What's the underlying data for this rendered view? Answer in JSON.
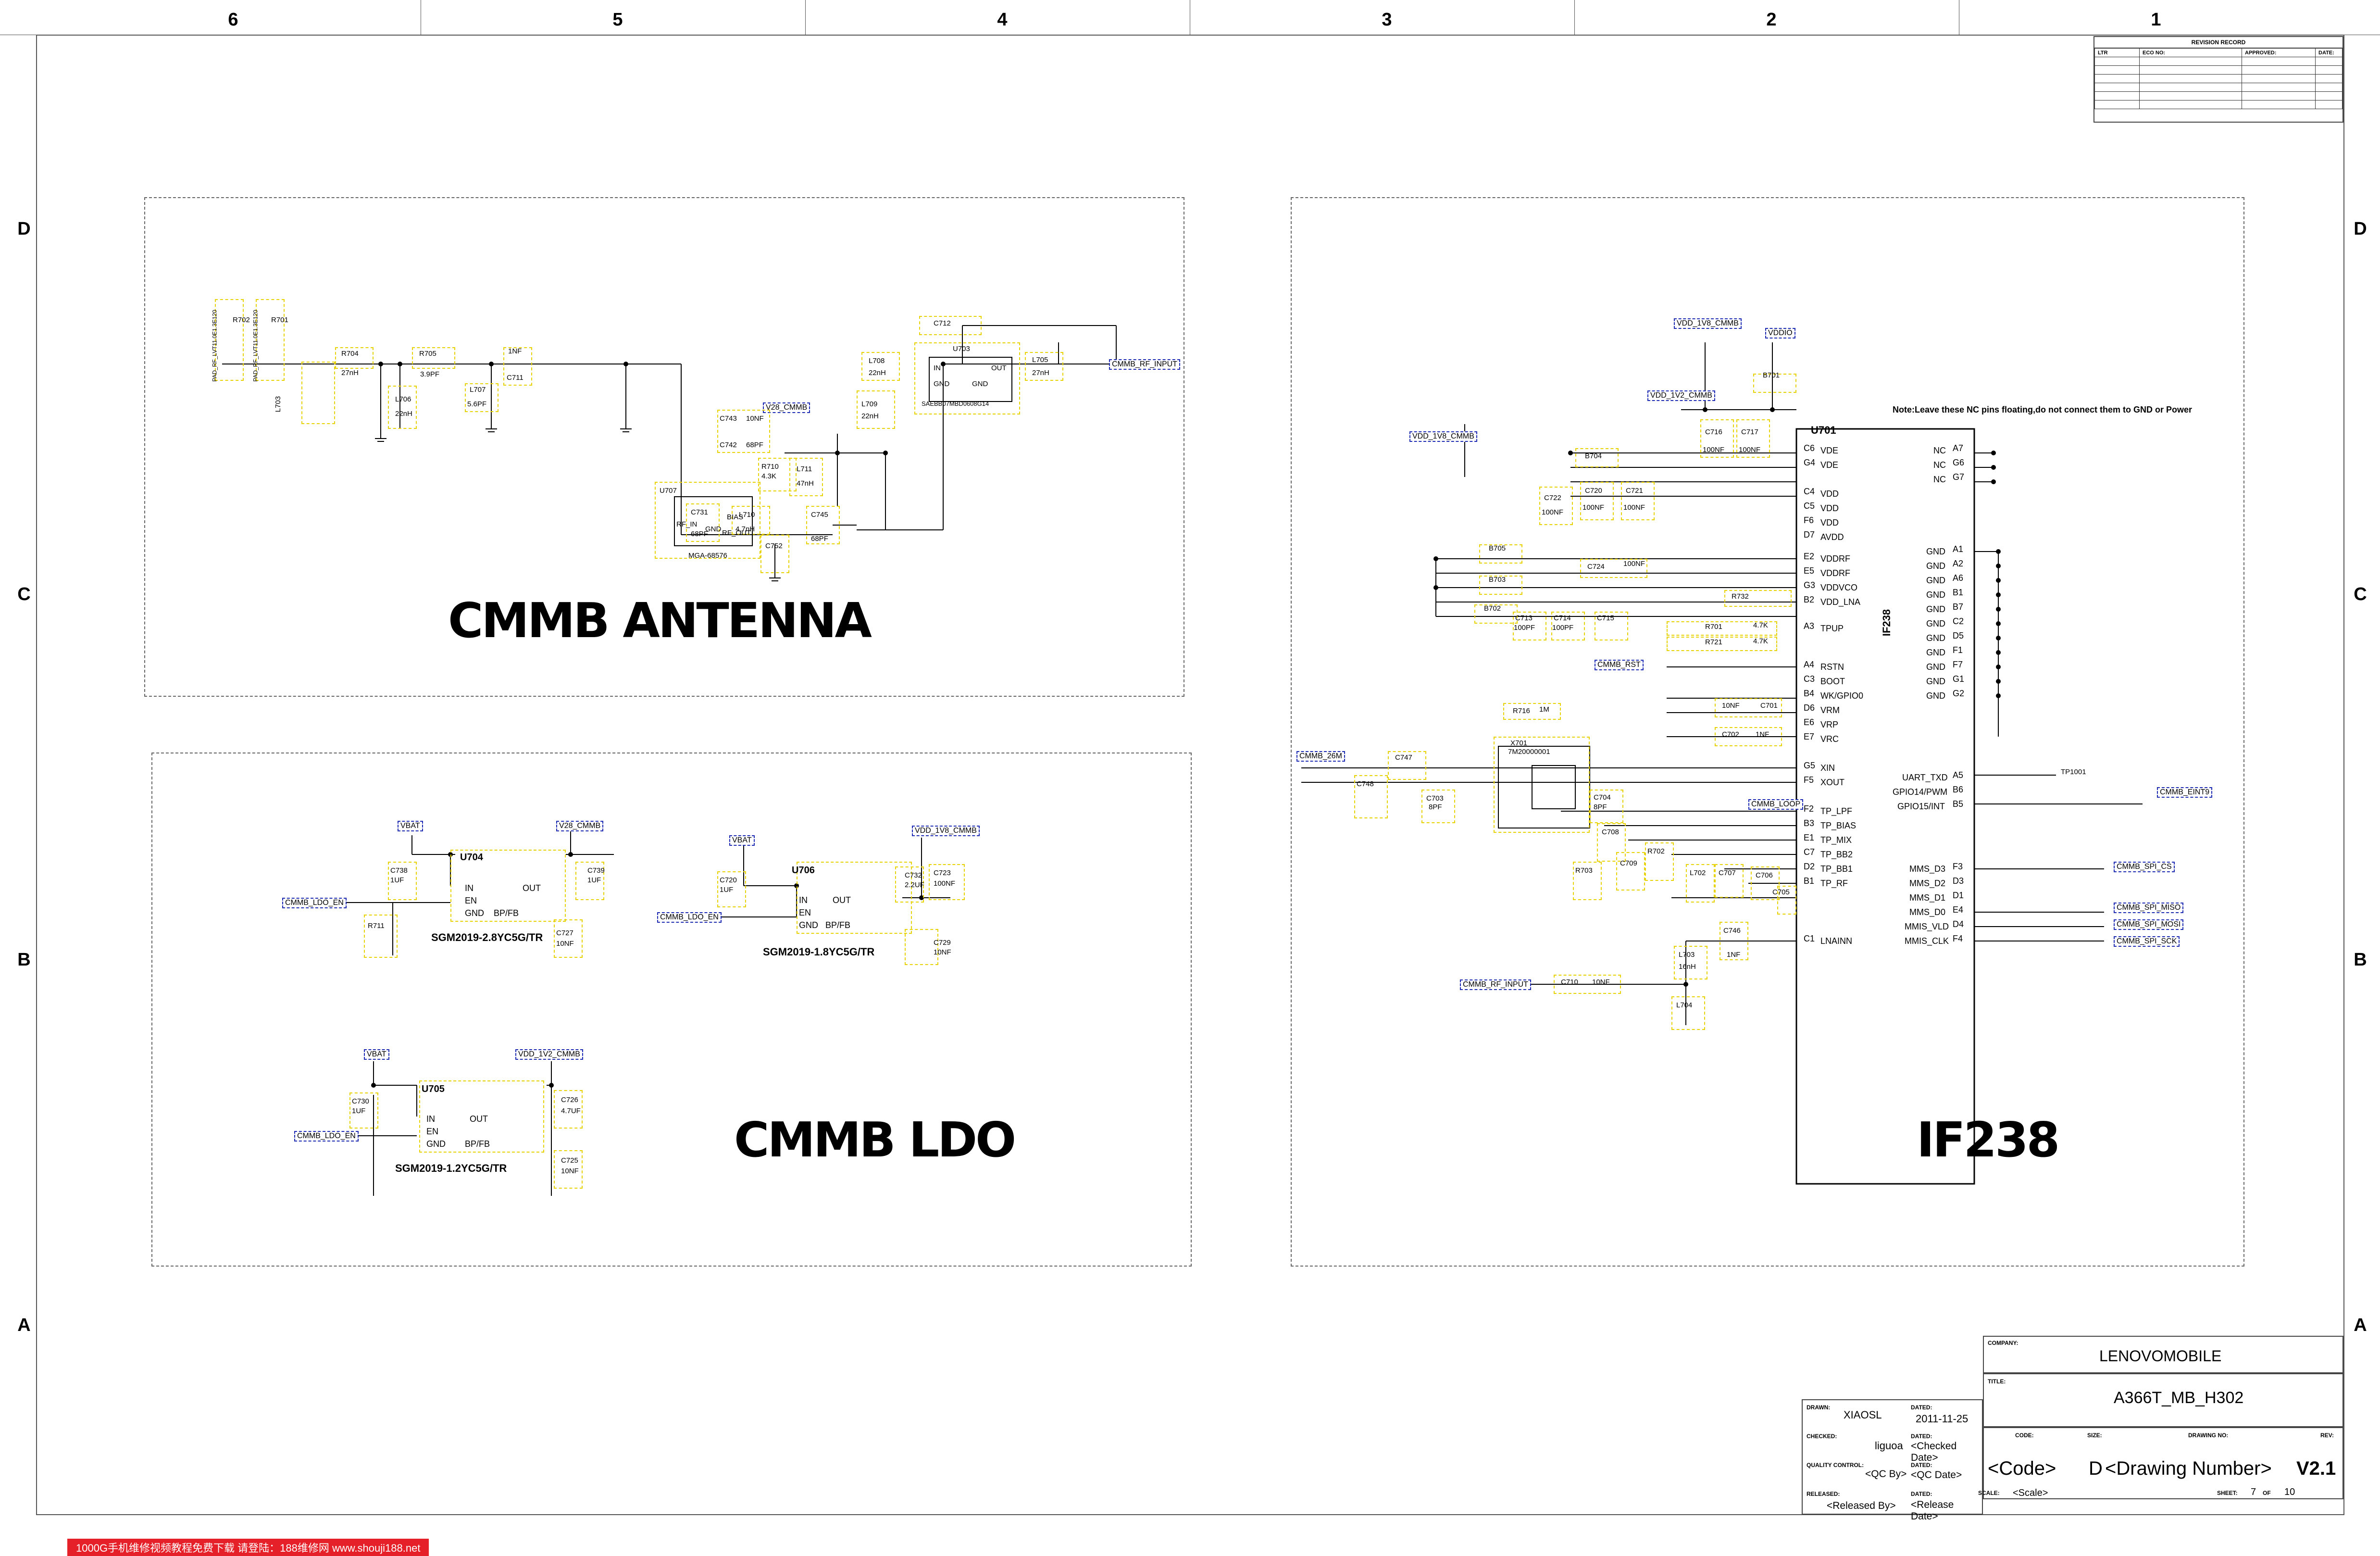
{
  "border": {
    "columns": [
      "6",
      "5",
      "4",
      "3",
      "2",
      "1"
    ],
    "rows": [
      "D",
      "C",
      "B",
      "A"
    ]
  },
  "revision": {
    "title": "REVISION RECORD",
    "headers": [
      "LTR",
      "ECO NO:",
      "APPROVED:",
      "DATE:"
    ]
  },
  "sections": {
    "antenna": "CMMB ANTENNA",
    "ldo": "CMMB LDO",
    "if238": "IF238"
  },
  "antenna": {
    "parts": [
      "R702",
      "R701",
      "R704",
      "R705",
      "C711",
      "L707",
      "L706",
      "L703",
      "C743",
      "C742",
      "R710",
      "L711",
      "C731",
      "L710",
      "C752",
      "U707",
      "C745",
      "L708",
      "L709",
      "U703",
      "C712",
      "L705"
    ],
    "values": [
      "27nH",
      "3.9PF",
      "1NF",
      "5.6PF",
      "22nH",
      "10NF",
      "68PF",
      "4.3K",
      "47nH",
      "68PF",
      "4.7nH",
      "68PF",
      "22nH",
      "22nH",
      "27nH"
    ],
    "pads": [
      "PAD_RF_LVT11.0E1.3E120",
      "PAD_RF_LVT11.0E1.3E120"
    ],
    "ic_u707": "MGA-68576",
    "ic_u703": "SAEBB07MBD0608G14",
    "ic_u707_pins": [
      "RF_IN",
      "GND",
      "BIAS",
      "RF_OUT"
    ],
    "ic_u703_pins": [
      "IN",
      "OUT",
      "GND",
      "GND"
    ],
    "ports": [
      "V28_CMMB",
      "CMMB_RF_INPUT"
    ]
  },
  "ldo": {
    "ldo1": {
      "ref": "U704",
      "part": "SGM2019-2.8YC5G/TR",
      "in_net": "VBAT",
      "out_net": "V28_CMMB",
      "en_net": "CMMB_LDO_EN",
      "caps": [
        "C738",
        "1UF",
        "C739",
        "1UF",
        "C727",
        "10NF"
      ],
      "res": "R711"
    },
    "ldo2": {
      "ref": "U706",
      "part": "SGM2019-1.8YC5G/TR",
      "in_net": "VBAT",
      "out_net": "VDD_1V8_CMMB",
      "en_net": "CMMB_LDO_EN",
      "caps": [
        "C720",
        "1UF",
        "C732",
        "2.2UF",
        "C723",
        "100NF",
        "C729",
        "10NF"
      ]
    },
    "ldo3": {
      "ref": "U705",
      "part": "SGM2019-1.2YC5G/TR",
      "in_net": "VBAT",
      "out_net": "VDD_1V2_CMMB",
      "en_net": "CMMB_LDO_EN",
      "caps": [
        "C730",
        "1UF",
        "C726",
        "4.7UF",
        "C725",
        "10NF"
      ]
    },
    "pins": [
      "IN",
      "EN",
      "GND",
      "OUT",
      "BP/FB"
    ]
  },
  "if238": {
    "ref": "U701",
    "label": "IF238",
    "note": "Note:Leave these NC pins floating,do not connect them to GND or Power",
    "nets_top": [
      "VDD_1V8_CMMB",
      "VDDIO",
      "VDD_1V2_CMMB",
      "VDD_1V8_CMMB"
    ],
    "left_pins": [
      {
        "ball": "C6",
        "name": "VDE"
      },
      {
        "ball": "G4",
        "name": "VDE"
      },
      {
        "ball": "C4",
        "name": "VDD"
      },
      {
        "ball": "C5",
        "name": "VDD"
      },
      {
        "ball": "F6",
        "name": "VDD"
      },
      {
        "ball": "D7",
        "name": "AVDD"
      },
      {
        "ball": "E2",
        "name": "VDDRF"
      },
      {
        "ball": "E5",
        "name": "VDDRF"
      },
      {
        "ball": "G3",
        "name": "VDDVCO"
      },
      {
        "ball": "B2",
        "name": "VDD_LNA"
      },
      {
        "ball": "A3",
        "name": "TPUP"
      },
      {
        "ball": "A4",
        "name": "RSTN"
      },
      {
        "ball": "C3",
        "name": "BOOT"
      },
      {
        "ball": "B4",
        "name": "WK/GPIO0"
      },
      {
        "ball": "D6",
        "name": "VRM"
      },
      {
        "ball": "E6",
        "name": "VRP"
      },
      {
        "ball": "E7",
        "name": "VRC"
      },
      {
        "ball": "G5",
        "name": "XIN"
      },
      {
        "ball": "F5",
        "name": "XOUT"
      },
      {
        "ball": "F2",
        "name": "TP_LPF"
      },
      {
        "ball": "B3",
        "name": "TP_BIAS"
      },
      {
        "ball": "E1",
        "name": "TP_MIX"
      },
      {
        "ball": "C7",
        "name": "TP_BB2"
      },
      {
        "ball": "D2",
        "name": "TP_BB1"
      },
      {
        "ball": "B1",
        "name": "TP_RF"
      },
      {
        "ball": "C1",
        "name": "LNAINN"
      }
    ],
    "right_pins": [
      {
        "ball": "A7",
        "name": "NC"
      },
      {
        "ball": "G6",
        "name": "NC"
      },
      {
        "ball": "G7",
        "name": "NC"
      },
      {
        "ball": "A1",
        "name": "GND"
      },
      {
        "ball": "A2",
        "name": "GND"
      },
      {
        "ball": "A6",
        "name": "GND"
      },
      {
        "ball": "B1",
        "name": "GND"
      },
      {
        "ball": "B7",
        "name": "GND"
      },
      {
        "ball": "C2",
        "name": "GND"
      },
      {
        "ball": "D5",
        "name": "GND"
      },
      {
        "ball": "F1",
        "name": "GND"
      },
      {
        "ball": "F7",
        "name": "GND"
      },
      {
        "ball": "G1",
        "name": "GND"
      },
      {
        "ball": "G2",
        "name": "GND"
      },
      {
        "ball": "A5",
        "name": "UART_TXD"
      },
      {
        "ball": "B6",
        "name": "GPIO14/PWM"
      },
      {
        "ball": "B5",
        "name": "GPIO15/INT"
      },
      {
        "ball": "F3",
        "name": "MMS_D3"
      },
      {
        "ball": "D3",
        "name": "MMS_D2"
      },
      {
        "ball": "D1",
        "name": "MMS_D1"
      },
      {
        "ball": "E4",
        "name": "MMS_D0"
      },
      {
        "ball": "D4",
        "name": "MMIS_VLD"
      },
      {
        "ball": "F4",
        "name": "MMIS_CLK"
      }
    ],
    "ports_right": [
      "CMMB_EINT9",
      "CMMB_SPI_CS",
      "CMMB_SPI_MISO",
      "CMMB_SPI_MOSI",
      "CMMB_SPI_SCK"
    ],
    "ports_left": [
      "VDD_1V8_CMMB",
      "CMMB_RST",
      "CMMB_26M",
      "CMMB_LOOP",
      "CMMB_RF_INPUT"
    ],
    "parts": [
      "B704",
      "C722",
      "C720",
      "C721",
      "C716",
      "C717",
      "B701",
      "B705",
      "C724",
      "B703",
      "R732",
      "B702",
      "C713",
      "C714",
      "C715",
      "R701",
      "R721",
      "R716",
      "X701",
      "C702",
      "C701",
      "C747",
      "C748",
      "C703",
      "C704",
      "C708",
      "C709",
      "R702",
      "R703",
      "C707",
      "L702",
      "C706",
      "C705",
      "L703",
      "C746",
      "C710",
      "L704",
      "TP1001"
    ],
    "values": [
      "100NF",
      "100NF",
      "100NF",
      "100NF",
      "100NF",
      "100NF",
      "100PF",
      "100PF",
      "4.7K",
      "4.7K",
      "1M",
      "10NF",
      "1NF",
      "8PF",
      "8PF",
      "16nH",
      "1NF",
      "10NF"
    ],
    "crystal": "7M20000001"
  },
  "titleblock": {
    "company_lbl": "COMPANY:",
    "company": "LENOVOMOBILE",
    "title_lbl": "TITLE:",
    "title": "A366T_MB_H302",
    "drawn_lbl": "DRAWN:",
    "drawn": "XIAOSL",
    "dated_lbl": "DATED:",
    "drawn_date": "2011-11-25",
    "checked_lbl": "CHECKED:",
    "checked": "liguoa",
    "checked_date": "<Checked Date>",
    "qc_lbl": "QUALITY CONTROL:",
    "qc": "<QC By>",
    "qc_date": "<QC Date>",
    "released_lbl": "RELEASED:",
    "released": "<Released By>",
    "released_date": "<Release Date>",
    "code_lbl": "CODE:",
    "code": "<Code>",
    "size_lbl": "SIZE:",
    "size": "D",
    "drawing_no_lbl": "DRAWING NO:",
    "drawing_no": "<Drawing Number>",
    "rev_lbl": "REV:",
    "rev": "V2.1",
    "scale_lbl": "SCALE:",
    "scale": "<Scale>",
    "sheet_lbl": "SHEET:",
    "sheet": "7",
    "of_lbl": "OF",
    "of": "10"
  },
  "watermark": "1000G手机维修视频教程免费下载 请登陆：188维修网 www.shouji188.net"
}
